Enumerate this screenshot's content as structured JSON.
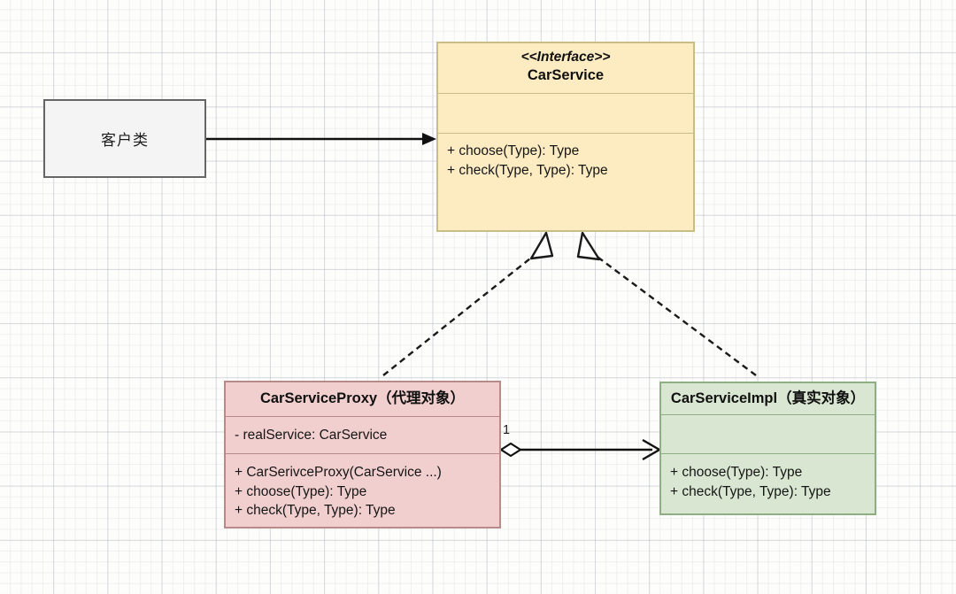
{
  "diagram": {
    "title": "UML class diagram - proxy pattern",
    "background": "#fdfdfb"
  },
  "nodes": {
    "client": {
      "label": "客户类",
      "fill": "#f4f4f4",
      "stroke": "#666666"
    },
    "interface": {
      "stereotype": "<<Interface>>",
      "name": "CarService",
      "attributes": [],
      "methods": [
        "+ choose(Type): Type",
        "+ check(Type, Type): Type"
      ],
      "fill": "#fdecc2",
      "stroke": "#c9bd86"
    },
    "proxy": {
      "name": "CarServiceProxy（代理对象）",
      "attributes": [
        "- realService: CarService"
      ],
      "methods": [
        "+ CarSerivceProxy(CarService ...)",
        "+ choose(Type): Type",
        "+ check(Type, Type): Type"
      ],
      "fill": "#f2cfcf",
      "stroke": "#b98a8a"
    },
    "impl": {
      "name": "CarServiceImpl（真实对象）",
      "attributes": [],
      "methods": [
        "+ choose(Type): Type",
        "+ check(Type, Type): Type"
      ],
      "fill": "#d9e7d2",
      "stroke": "#8fae84"
    }
  },
  "edges": {
    "client_to_interface": {
      "type": "association",
      "style": "solid",
      "arrowhead": "filled-arrow",
      "label": ""
    },
    "proxy_realizes_interface": {
      "type": "realization",
      "style": "dashed",
      "arrowhead": "hollow-triangle",
      "label": ""
    },
    "impl_realizes_interface": {
      "type": "realization",
      "style": "dashed",
      "arrowhead": "hollow-triangle",
      "label": ""
    },
    "proxy_to_impl": {
      "type": "aggregation",
      "style": "solid",
      "source_decoration": "hollow-diamond",
      "arrowhead": "open-arrow",
      "multiplicity": "1"
    }
  }
}
